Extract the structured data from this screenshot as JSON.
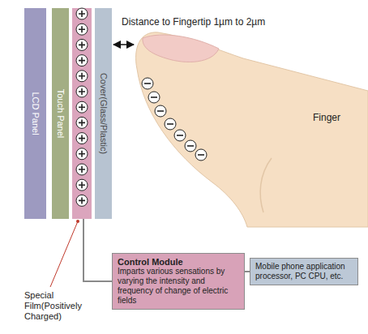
{
  "diagram": {
    "nodes": [
      {
        "text": [
          "LCD Panel"
        ]
      },
      {
        "text": [
          "Touch Panel"
        ]
      },
      {
        "text": [
          "Special Film(Positively Charged)"
        ]
      },
      {
        "text": [
          "Cover(Glass/Plastic)"
        ]
      },
      {
        "text": [
          "Control Module",
          "Imparts various sensations by varying the intensity and frequency of change of electric fields"
        ]
      },
      {
        "text": [
          "Mobile phone application processor, PC CPU, etc."
        ]
      }
    ],
    "edges": [
      {
        "from": 2,
        "to": 4,
        "arrow": "none"
      },
      {
        "from": 4,
        "to": 5,
        "arrow": "none"
      }
    ],
    "labels": [
      "Distance to Fingertip 1µm to 2µm",
      "Finger"
    ]
  }
}
